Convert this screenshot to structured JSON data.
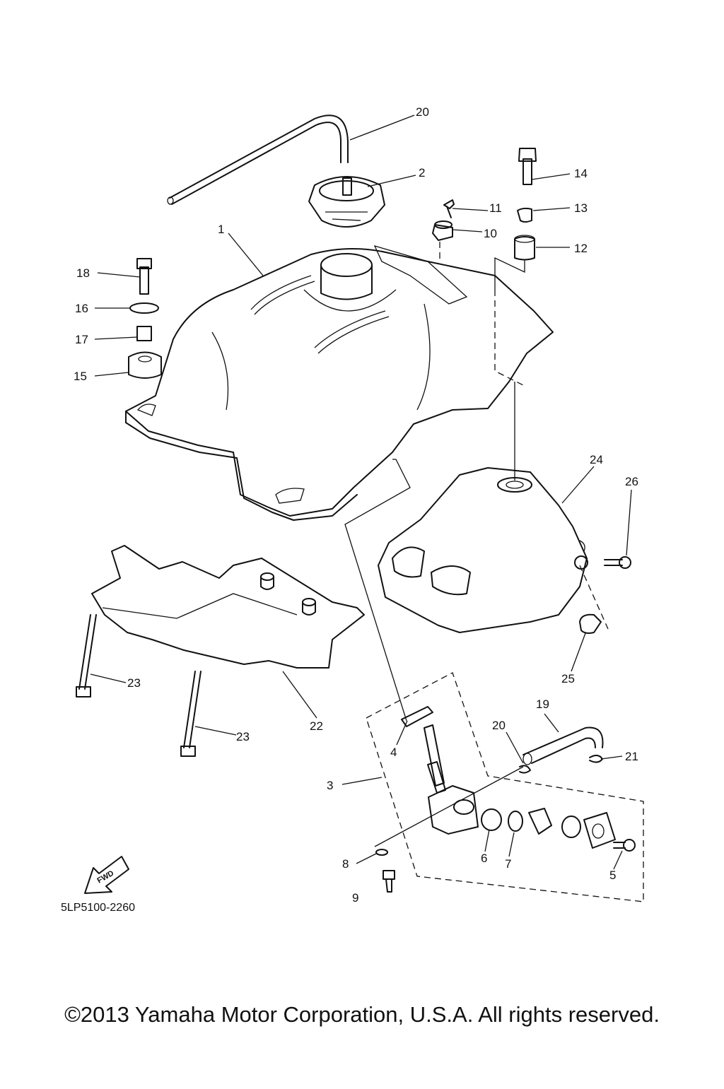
{
  "diagram": {
    "labels": [
      "1",
      "2",
      "3",
      "4",
      "5",
      "6",
      "7",
      "8",
      "9",
      "10",
      "11",
      "12",
      "13",
      "14",
      "15",
      "16",
      "17",
      "18",
      "19",
      "20",
      "20",
      "21",
      "22",
      "23",
      "23",
      "24",
      "25",
      "26"
    ],
    "fwd_label": "FWD",
    "drawing_code": "5LP5100-2260"
  },
  "footer": {
    "copyright": "©2013 Yamaha Motor Corporation, U.S.A. All rights reserved."
  }
}
